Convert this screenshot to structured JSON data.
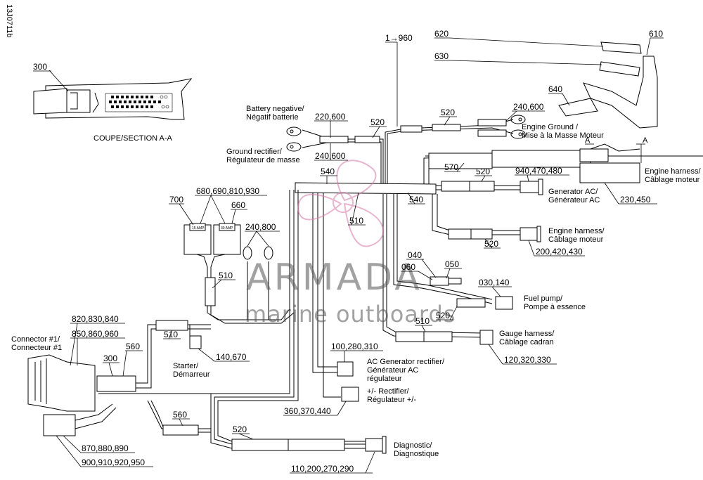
{
  "drawing_id": "13J0711b",
  "section_label": "COUPE/SECTION A-A",
  "callouts": {
    "range_main": "1→960",
    "c300_top": "300",
    "c620": "620",
    "c610": "610",
    "c630": "630",
    "c640": "640",
    "c520_top": "520",
    "c520_top2": "520",
    "c240_600_a": "240,600",
    "c220_600": "220,600",
    "c240_600_b": "240,600",
    "c540_a": "540",
    "c540_b": "540",
    "c510_center": "510",
    "c570": "570",
    "c520_mid": "520",
    "c940": "940,470,480",
    "c230_450": "230,450",
    "c700": "700",
    "c680": "680,690,810,930",
    "c660": "660",
    "c240_800": "240,800",
    "c510_left": "510",
    "c520_engine": "520",
    "c200_420_430": "200,420,430",
    "c040": "040",
    "c060": "060",
    "c050": "050",
    "c030_140": "030,140",
    "c520_fuel": "520",
    "c510_gauge": "510",
    "c120_320_330": "120,320,330",
    "c100_280_310": "100,280,310",
    "c360_370_440": "360,370,440",
    "c820": "820,830,840",
    "c850": "850,860,960",
    "c300_conn": "300",
    "c560_a": "560",
    "c510_starter": "510",
    "c140_670": "140,670",
    "c560_b": "560",
    "c520_bottom": "520",
    "c870": "870,880,890",
    "c900": "900,910,920,950",
    "c110": "110,200,270,290",
    "a_left": "A",
    "a_right": "A"
  },
  "labels": {
    "battery_neg_en": "Battery negative/",
    "battery_neg_fr": "Négatif batterie",
    "ground_rect_en": "Ground rectifier/",
    "ground_rect_fr": "Régulateur de masse",
    "engine_ground_en": "Engine Ground /",
    "engine_ground_fr": "Mise à la Masse Moteur",
    "engine_harness_1_en": "Engine harness/",
    "engine_harness_1_fr": "Câblage moteur",
    "generator_ac_en": "Generator AC/",
    "generator_ac_fr": "Générateur AC",
    "engine_harness_2_en": "Engine harness/",
    "engine_harness_2_fr": "Câblage moteur",
    "fuel_pump_en": "Fuel pump/",
    "fuel_pump_fr": "Pompe à essence",
    "gauge_harness_en": "Gauge harness/",
    "gauge_harness_fr": "Câblage cadran",
    "ac_gen_rect_1": "AC Generator rectifier/",
    "ac_gen_rect_2": "Générateur AC",
    "ac_gen_rect_3": "régulateur",
    "rectifier_en": "+/- Rectifier/",
    "rectifier_fr": "Régulateur +/-",
    "connector1_en": "Connector #1/",
    "connector1_fr": "Connecteur #1",
    "starter_en": "Starter/",
    "starter_fr": "Démarreur",
    "diagnostic_en": "Diagnostic/",
    "diagnostic_fr": "Diagnostique",
    "fuse_15": "15 AMP",
    "fuse_30": "30 AMP"
  },
  "watermark": {
    "brand": "ARMADA",
    "tagline": "marine outboards",
    "logo_color": "#d47aa6"
  }
}
